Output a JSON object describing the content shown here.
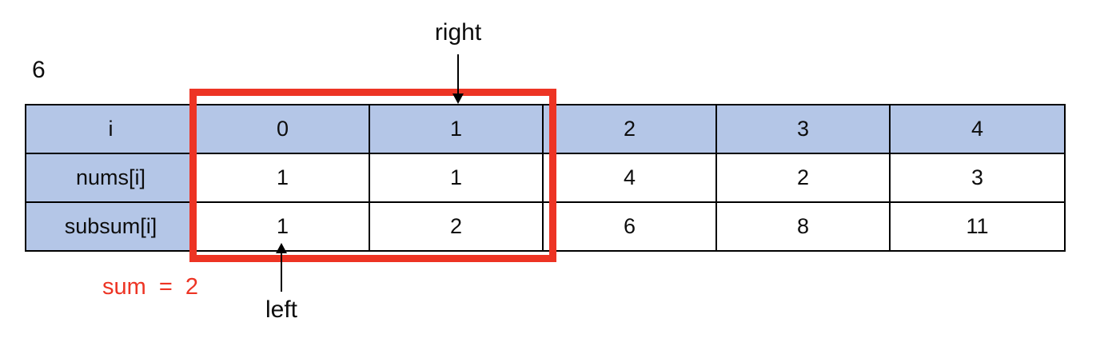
{
  "labels": {
    "window_size": "6",
    "right_pointer": "right",
    "left_pointer": "left",
    "sum": "sum = 2"
  },
  "colors": {
    "header_fill": "#b4c6e7",
    "highlight": "#ed3424",
    "grid": "#000000"
  },
  "table": {
    "rows": [
      {
        "header": "i",
        "cells": [
          "0",
          "1",
          "2",
          "3",
          "4"
        ]
      },
      {
        "header": "nums[i]",
        "cells": [
          "1",
          "1",
          "4",
          "2",
          "3"
        ]
      },
      {
        "header": "subsum[i]",
        "cells": [
          "1",
          "2",
          "6",
          "8",
          "11"
        ]
      }
    ]
  }
}
